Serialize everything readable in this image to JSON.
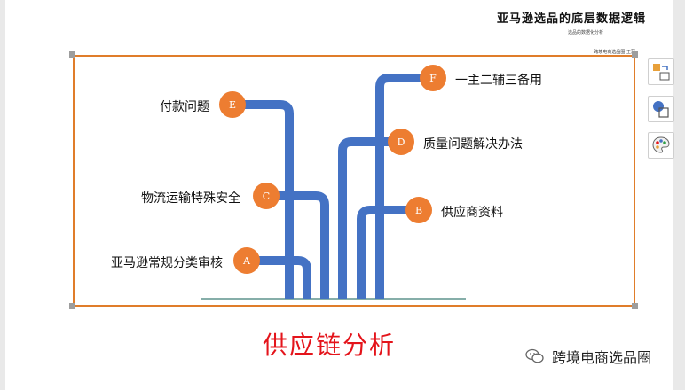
{
  "slide": {
    "title": "亚马逊选品的底层数据逻辑",
    "subtitle": "选品的数据化分析",
    "author": "跨境电商选品圈  王蒲"
  },
  "diagram": {
    "items": [
      {
        "letter": "F",
        "label": "一主二辅三备用"
      },
      {
        "letter": "E",
        "label": "付款问题"
      },
      {
        "letter": "D",
        "label": "质量问题解决办法"
      },
      {
        "letter": "C",
        "label": "物流运输特殊安全"
      },
      {
        "letter": "B",
        "label": "供应商资料"
      },
      {
        "letter": "A",
        "label": "亚马逊常规分类审核"
      }
    ],
    "caption": "供应链分析",
    "colors": {
      "branch": "#4472c4",
      "node": "#ed7d31",
      "frame": "#e07d2a",
      "caption": "#e4141b",
      "baseline": "#3f7d76"
    }
  },
  "sidebar": {
    "buttons": [
      {
        "icon": "layout-options-icon"
      },
      {
        "icon": "shape-styles-icon"
      },
      {
        "icon": "palette-icon"
      }
    ]
  },
  "watermark": {
    "text": "跨境电商选品圈",
    "icon": "wechat-icon"
  }
}
